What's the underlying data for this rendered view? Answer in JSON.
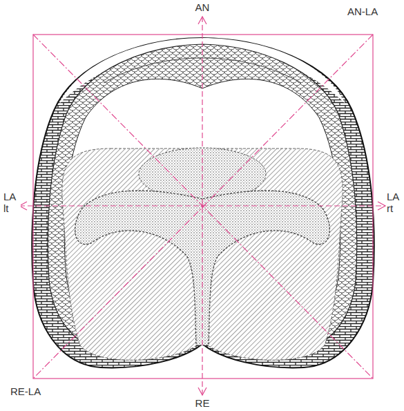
{
  "diagram": {
    "labels": [
      "AN",
      "AN-LA",
      "LA lt",
      "LA rt",
      "RE-LA",
      "RE"
    ]
  }
}
